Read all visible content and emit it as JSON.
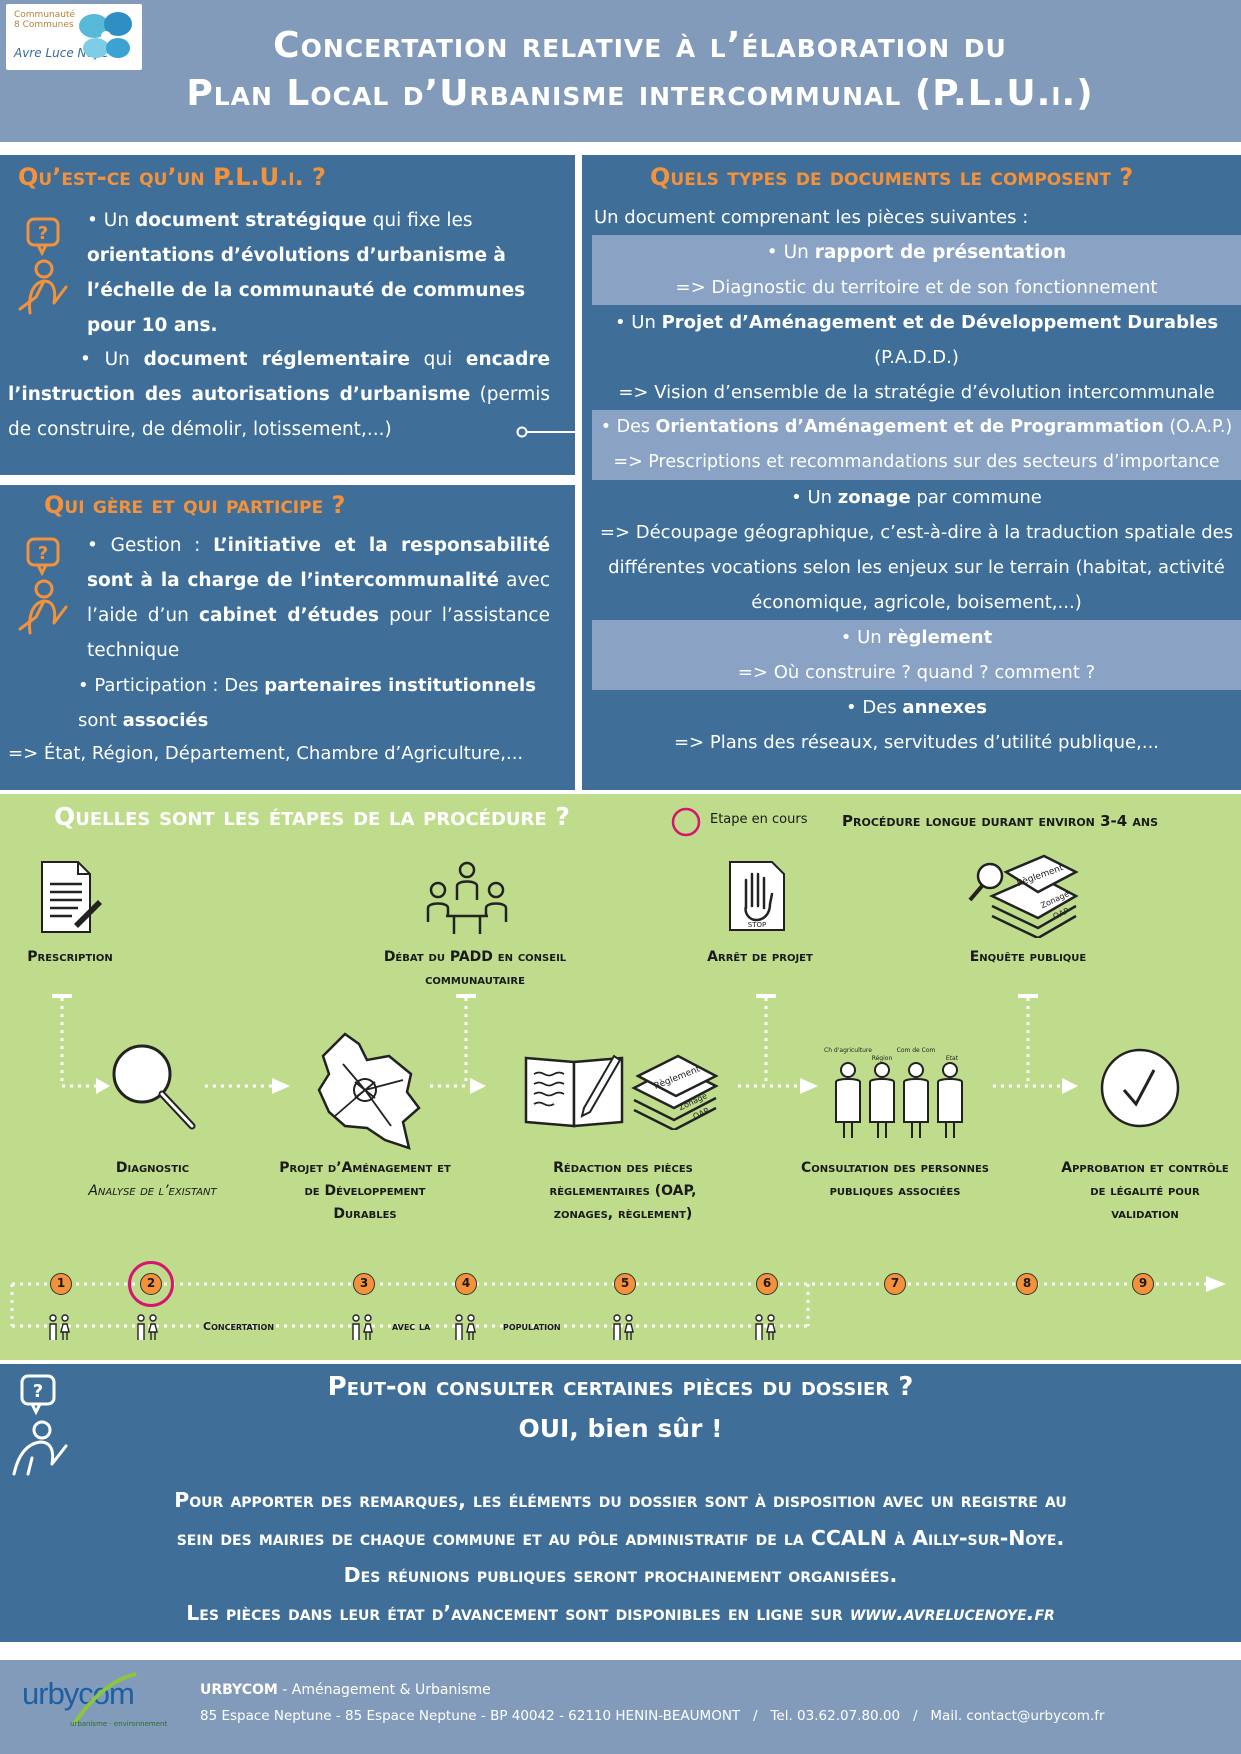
{
  "header": {
    "logo_line1": "Communauté 8 Communes",
    "logo_line2": "Avre Luce Noye",
    "title_line1": "Concertation relative à l’élaboration du",
    "title_line2": "Plan Local d’Urbanisme intercommunal (P.L.U.i.)"
  },
  "what": {
    "title": "Qu’est-ce qu’un P.L.U.i. ?",
    "p1_a": "• Un ",
    "p1_b": "document stratégique",
    "p1_c": " qui fixe les ",
    "p1_d": "orientations d’évolutions d’urbanisme à l’échelle de la communauté de communes pour 10 ans.",
    "p2_a": "• Un ",
    "p2_b": "document réglementaire",
    "p2_c": " qui ",
    "p2_d": "encadre l’instruction des autorisations d’urbanisme",
    "p2_e": " (permis de construire, de démolir, lotissement,...)"
  },
  "who": {
    "title": "Qui gère et qui participe ?",
    "g_a": "• Gestion : ",
    "g_b": "L’initiative et la responsabilité sont à la charge de l’intercommunalité",
    "g_c": " avec l’aide d’un ",
    "g_d": "cabinet d’études",
    "g_e": " pour l’assistance technique",
    "p_a": "• Participation : Des ",
    "p_b": "partenaires institutionnels",
    "p_c": " sont ",
    "p_d": "associés",
    "list": "=> État, Région, Département, Chambre d’Agriculture,..."
  },
  "docs": {
    "title": "Quels types de documents le composent ?",
    "intro": "Un document comprenant les pièces suivantes :",
    "d1a": "• Un ",
    "d1b": "rapport de présentation",
    "d1s": "=> Diagnostic du territoire et de son fonctionnement",
    "d2a": "• Un ",
    "d2b": "Projet d’Aménagement et de Développement Durables",
    "d2c": "(P.A.D.D.)",
    "d2s": "=> Vision d’ensemble de la stratégie d’évolution intercommunale",
    "d3a": "• Des ",
    "d3b": "Orientations d’Aménagement et de Programmation",
    "d3c": " (O.A.P.)",
    "d3s": "=> Prescriptions et recommandations sur des secteurs d’importance",
    "d4a": "• Un ",
    "d4b": "zonage",
    "d4c": " par commune",
    "d4s": "=> Découpage géographique, c’est-à-dire à la traduction spatiale des différentes vocations selon les enjeux sur le terrain (habitat, activité économique, agricole, boisement,...)",
    "d5a": "• Un ",
    "d5b": "règlement",
    "d5s": "=> Où construire ? quand ? comment ?",
    "d6a": "• Des ",
    "d6b": "annexes",
    "d6s": "=> Plans des réseaux, servitudes d’utilité publique,..."
  },
  "steps": {
    "title": "Quelles sont les étapes de la procédure ?",
    "legend": "Etape en cours",
    "duration": "Procédure longue durant environ 3-4 ans",
    "prescription": "Prescription",
    "debat": "Débat du PADD en conseil communautaire",
    "arret": "Arrêt de projet",
    "enquete": "Enquête publique",
    "stop": "STOP",
    "diag": "Diagnostic",
    "diag_sub": "Analyse de l’existant",
    "padd": "Projet d’Aménagement et de Développement Durables",
    "redaction": "Rédaction des pièces règlementaires (OAP, zonages, règlement)",
    "consultation": "Consultation des personnes publiques associées",
    "approbation": "Approbation et contrôle de légalité pour validation",
    "icon_reglement": "Règlement",
    "icon_zonage": "Zonage",
    "icon_oap": "OAP",
    "ppa1": "Ch d'agriculture",
    "ppa2": "Région",
    "ppa3": "Com de Com",
    "ppa4": "Etat",
    "numbers": [
      "1",
      "2",
      "3",
      "4",
      "5",
      "6",
      "7",
      "8",
      "9"
    ],
    "current_step": 2,
    "conc1": "Concertation",
    "conc2": "avec la",
    "conc3": "population"
  },
  "consult": {
    "q": "Peut-on consulter certaines pièces du dossier ?",
    "a": "OUI, bien sûr !",
    "l1": "Pour apporter des remarques, les éléments du dossier sont à disposition avec un registre au",
    "l2": "sein des mairies de chaque commune et au pôle administratif de la CCALN à Ailly-sur-Noye.",
    "l3": "Des réunions publiques seront prochainement organisées.",
    "l4a": "Les pièces dans leur état d’avancement sont disponibles en ligne sur ",
    "l4b": "www.avrelucenoye.fr"
  },
  "footer": {
    "brand": "urbycom",
    "brand_sub": "urbanisme · environnement",
    "company": "URBYCOM",
    "tagline": " - Aménagement & Urbanisme",
    "address": "85 Espace Neptune - 85 Espace Neptune - BP 40042 - 62110 HENIN-BEAUMONT   /   Tel. 03.62.07.80.00   /   Mail. contact@urbycom.fr"
  },
  "colors": {
    "blue": "#3f6f99",
    "light_blue": "#839bba",
    "orange": "#f4923b",
    "green": "#bfdc8c",
    "current": "#d6156f"
  }
}
